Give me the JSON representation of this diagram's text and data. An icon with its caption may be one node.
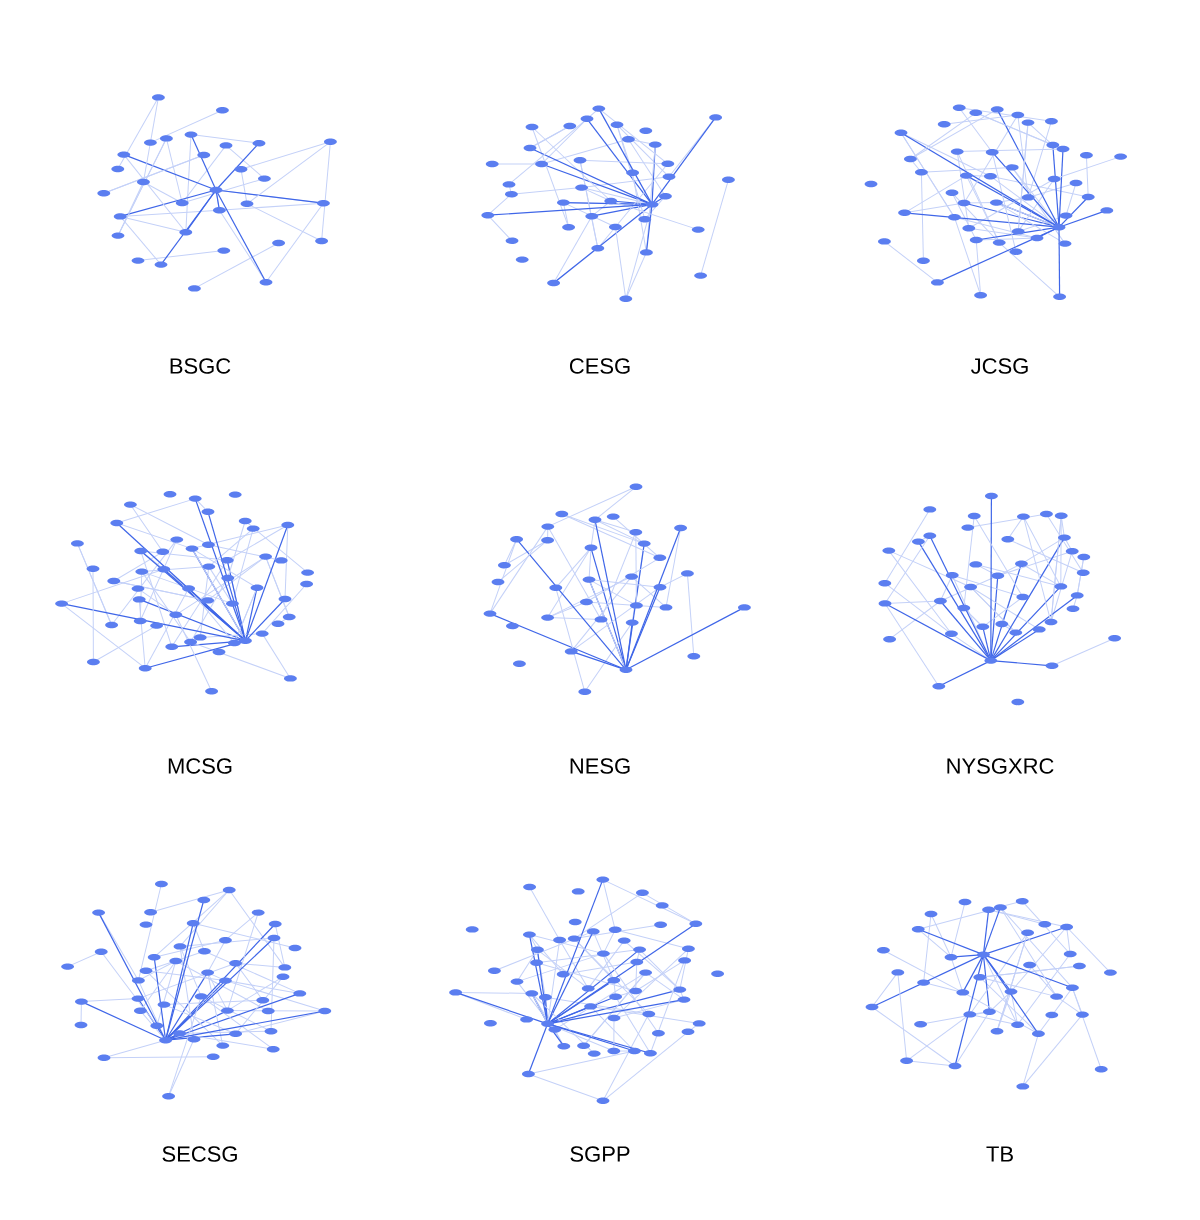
{
  "diagram": {
    "labels": [
      "BSGC",
      "CESG",
      "JCSG",
      "MCSG",
      "NESG",
      "NYSGXRC",
      "SECSG",
      "SGPP",
      "TB"
    ]
  }
}
